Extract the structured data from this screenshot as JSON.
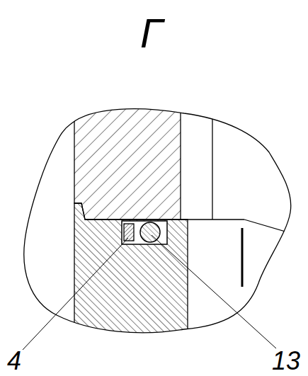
{
  "diagram": {
    "labels": [
      "Г",
      "4",
      "13"
    ]
  }
}
